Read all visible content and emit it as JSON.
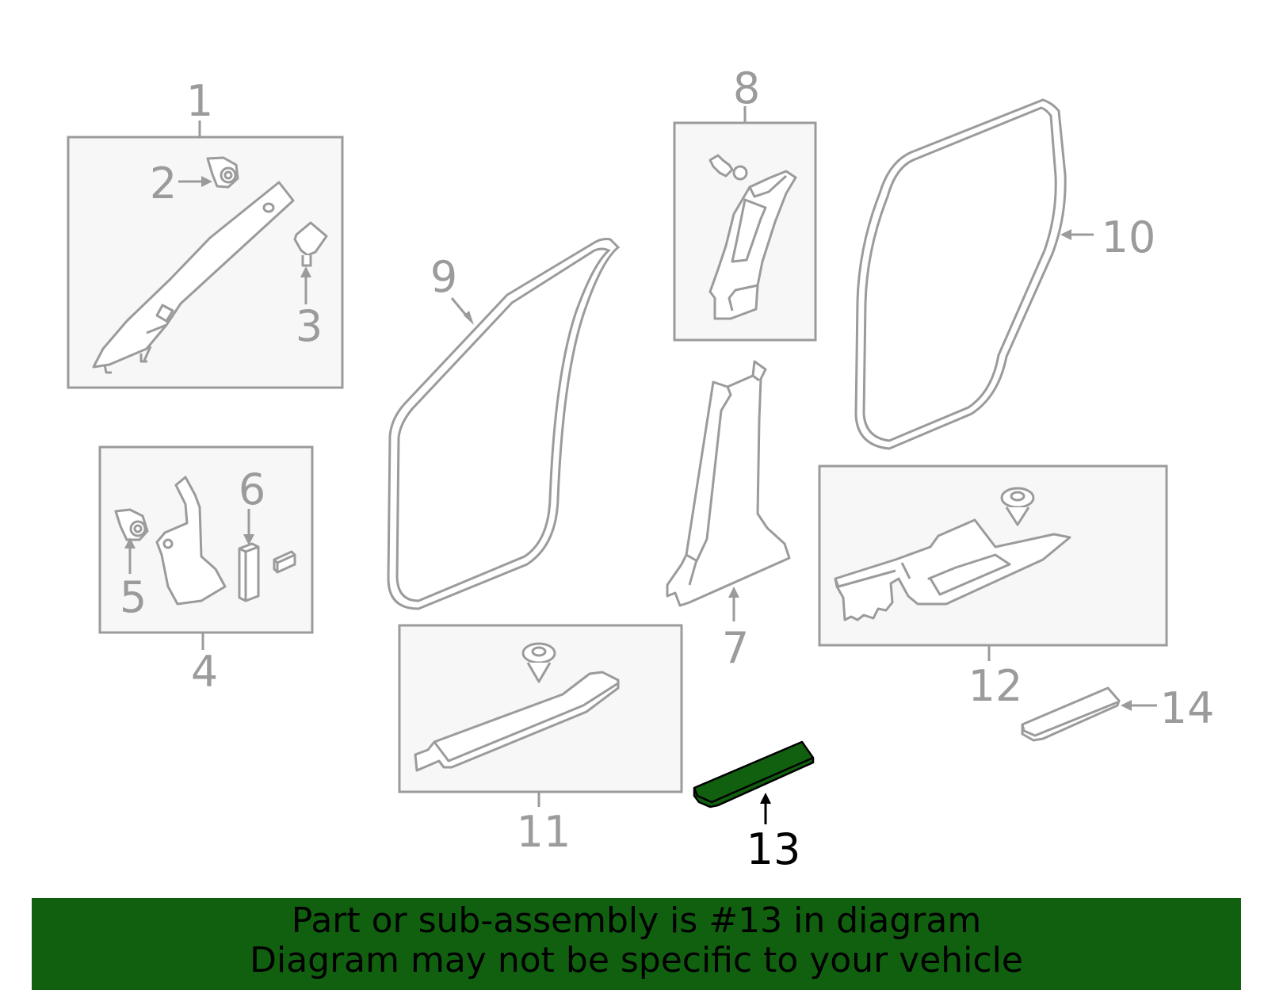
{
  "callouts": {
    "c1": "1",
    "c2": "2",
    "c3": "3",
    "c4": "4",
    "c5": "5",
    "c6": "6",
    "c7": "7",
    "c8": "8",
    "c9": "9",
    "c10": "10",
    "c11": "11",
    "c12": "12",
    "c13": "13",
    "c14": "14"
  },
  "highlight": {
    "part": "13",
    "color": "#116010"
  },
  "banner": {
    "line1": "Part or sub-assembly is #13 in diagram",
    "line2": "Diagram may not be specific to your vehicle"
  }
}
